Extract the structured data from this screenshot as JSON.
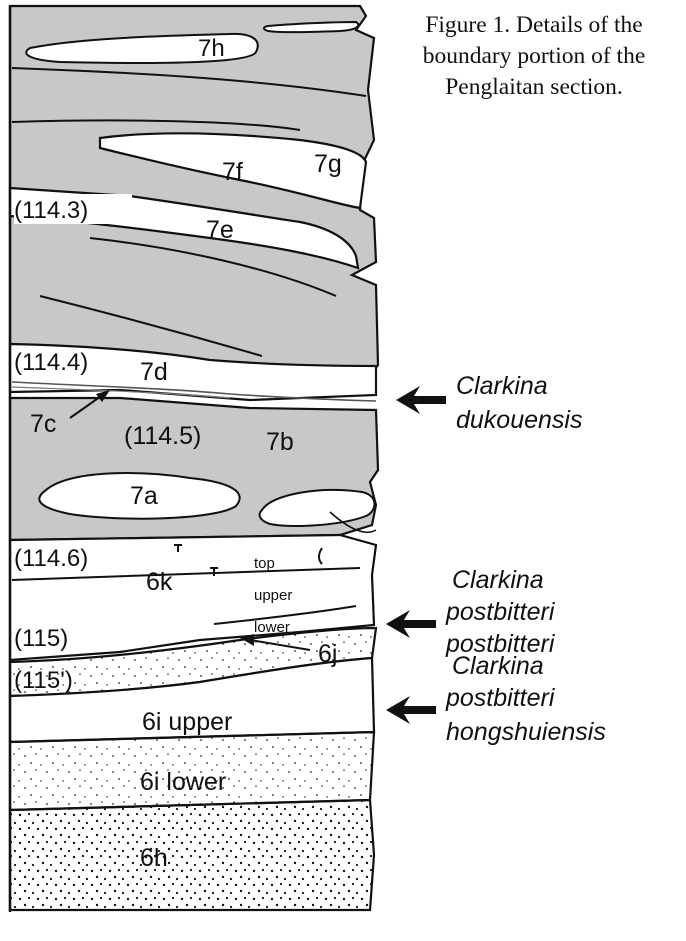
{
  "caption": {
    "lines": [
      "Figure 1. Details of the",
      "boundary portion of the",
      "Penglaitan section."
    ]
  },
  "beds": {
    "b7h": "7h",
    "b7g": "7g",
    "b7f": "7f",
    "b7e": "7e",
    "b7d": "7d",
    "b7c": "7c",
    "b7b": "7b",
    "b7a": "7a",
    "b6k": "6k",
    "b6j": "6j",
    "b6i_upper": "6i upper",
    "b6i_lower": "6i lower",
    "b6h": "6h"
  },
  "subunits": {
    "top": "top",
    "upper": "upper",
    "lower": "lower"
  },
  "heights": {
    "h1143": "(114.3)",
    "h1144": "(114.4)",
    "h1145": "(114.5)",
    "h1146": "(114.6)",
    "h115": "(115)",
    "h115p": "(115')"
  },
  "taxa": {
    "dukouensis": [
      "Clarkina",
      "dukouensis"
    ],
    "postbitteri": [
      "Clarkina",
      "postbitteri",
      "postbitteri"
    ],
    "hongshuiensis": [
      "Clarkina",
      "postbitteri",
      "hongshuiensis"
    ]
  },
  "colors": {
    "shale": "#c8c8c8",
    "ink": "#111111",
    "paper": "#ffffff"
  }
}
